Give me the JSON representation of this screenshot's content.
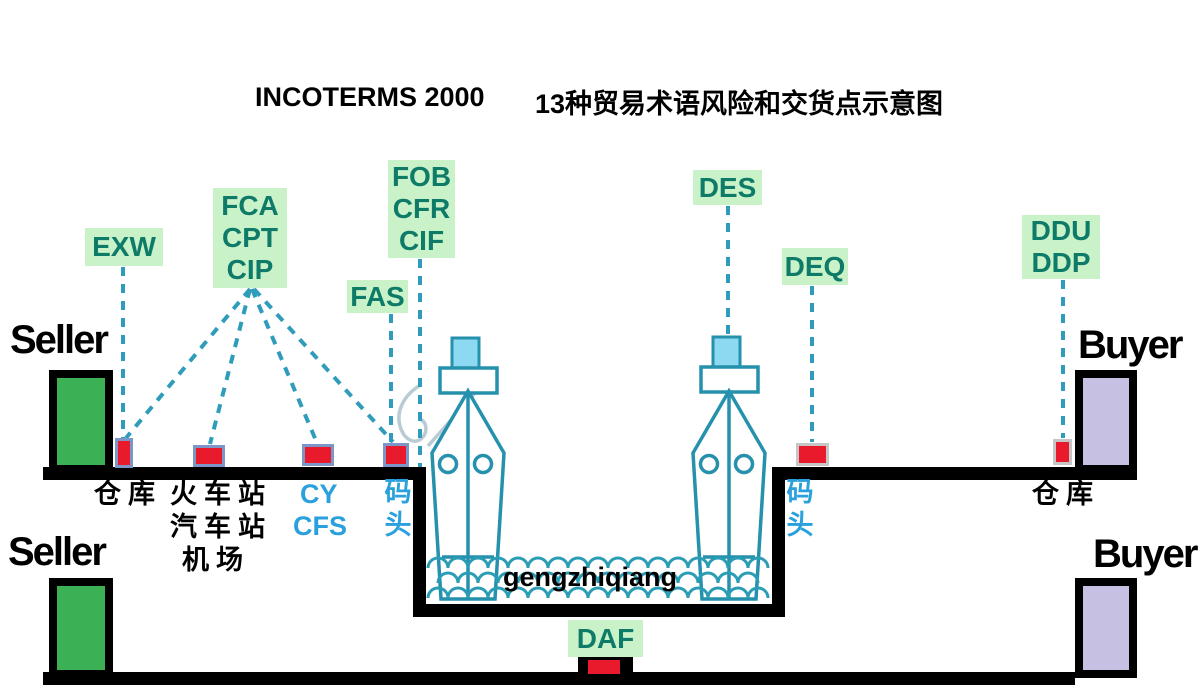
{
  "title": {
    "en": "INCOTERMS 2000",
    "zh": "13种贸易术语风险和交货点示意图"
  },
  "parties": {
    "seller_top": "Seller",
    "seller_bottom": "Seller",
    "buyer_top": "Buyer",
    "buyer_bottom": "Buyer"
  },
  "term_boxes": {
    "exw": [
      "EXW"
    ],
    "fca_cpt_cip": [
      "FCA",
      "CPT",
      "CIP"
    ],
    "fob_cfr_cif": [
      "FOB",
      "CFR",
      "CIF"
    ],
    "fas": [
      "FAS"
    ],
    "des": [
      "DES"
    ],
    "deq": [
      "DEQ"
    ],
    "ddu_ddp": [
      "DDU",
      "DDP"
    ],
    "daf": [
      "DAF"
    ]
  },
  "locations": {
    "warehouse_seller": "仓库",
    "train_station": "火车站",
    "bus_station": "汽车站",
    "airport": "机场",
    "cy": "CY",
    "cfs": "CFS",
    "dock_left": "码头",
    "dock_right": "码头",
    "warehouse_buyer": "仓库"
  },
  "watermark": "gengzhiqiang",
  "colors": {
    "label_bg": "#c9f2c9",
    "label_text": "#0e7a68",
    "marker_red": "#e81a2b",
    "dash_teal": "#2e9cba",
    "ship_teal": "#2591ad",
    "funnel_blue": "#8ed9f2",
    "location_blue": "#2aa0dc",
    "building_green": "#3cb054",
    "building_purple": "#c6c0e2",
    "ground_black": "#000000"
  }
}
